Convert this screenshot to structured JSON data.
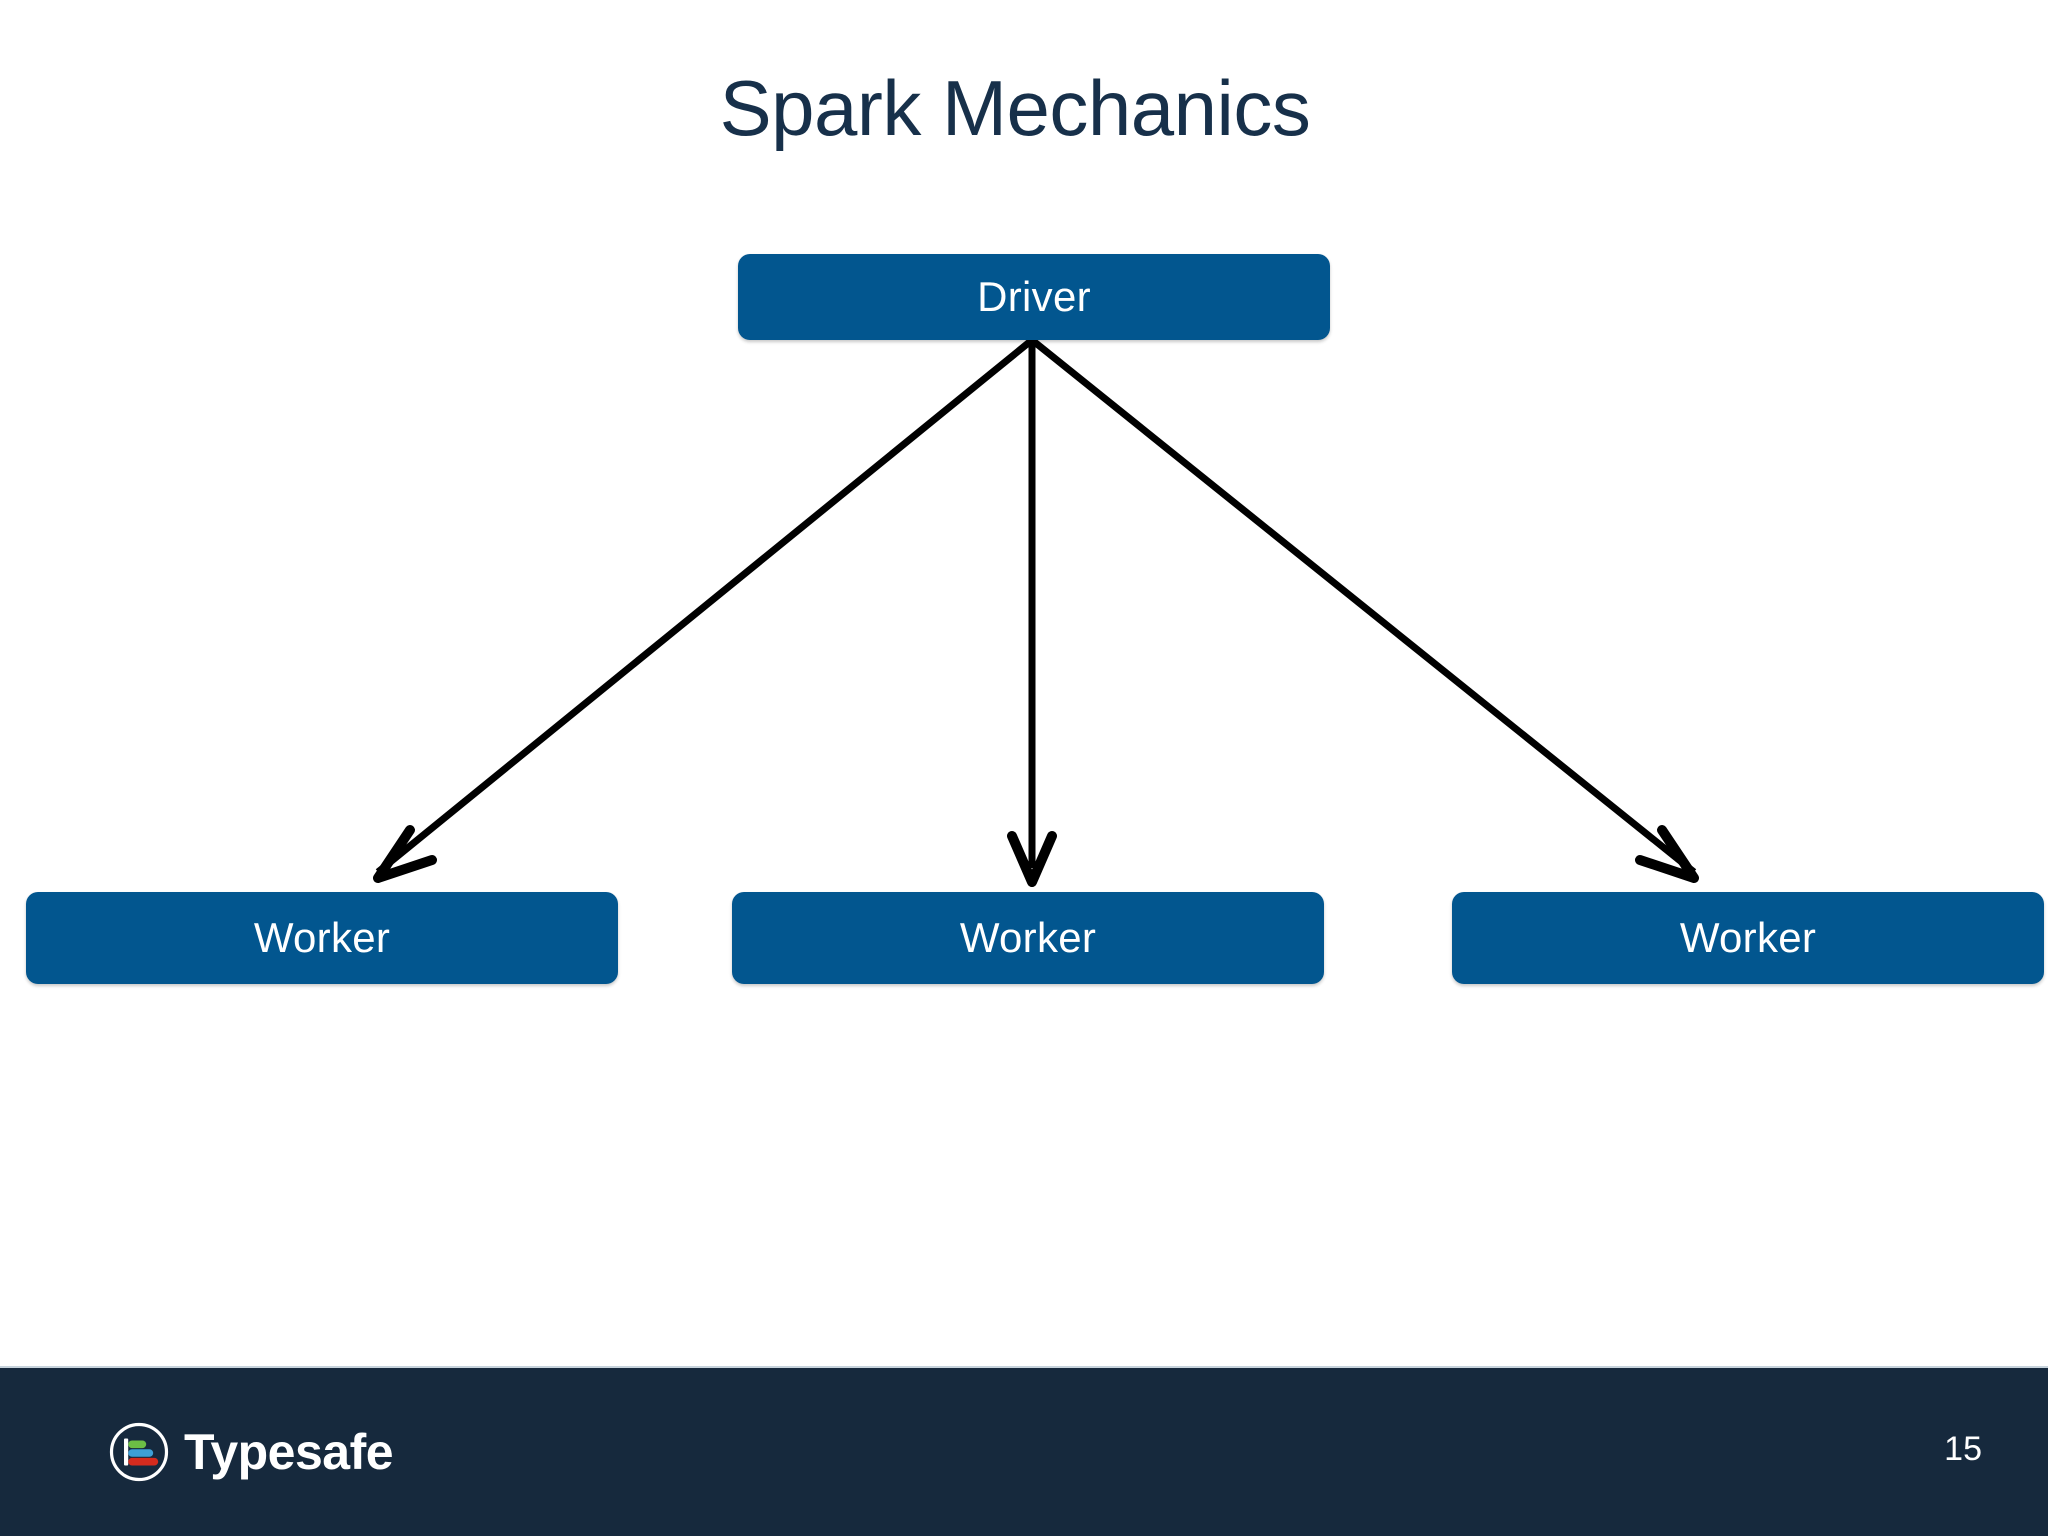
{
  "slide": {
    "title": "Spark Mechanics",
    "background_color": "#ffffff",
    "title_color": "#17304a"
  },
  "diagram": {
    "node_fill_color": "#02568f",
    "node_text_color": "#ffffff",
    "connector_color": "#000000",
    "driver": {
      "label": "Driver"
    },
    "workers": [
      {
        "label": "Worker"
      },
      {
        "label": "Worker"
      },
      {
        "label": "Worker"
      }
    ]
  },
  "footer": {
    "background_color": "#16293d",
    "brand_name": "Typesafe",
    "page_number": "15",
    "logo_bar_colors": {
      "top": "#6cbe45",
      "middle": "#3d9fd6",
      "bottom": "#d52b1e"
    }
  }
}
